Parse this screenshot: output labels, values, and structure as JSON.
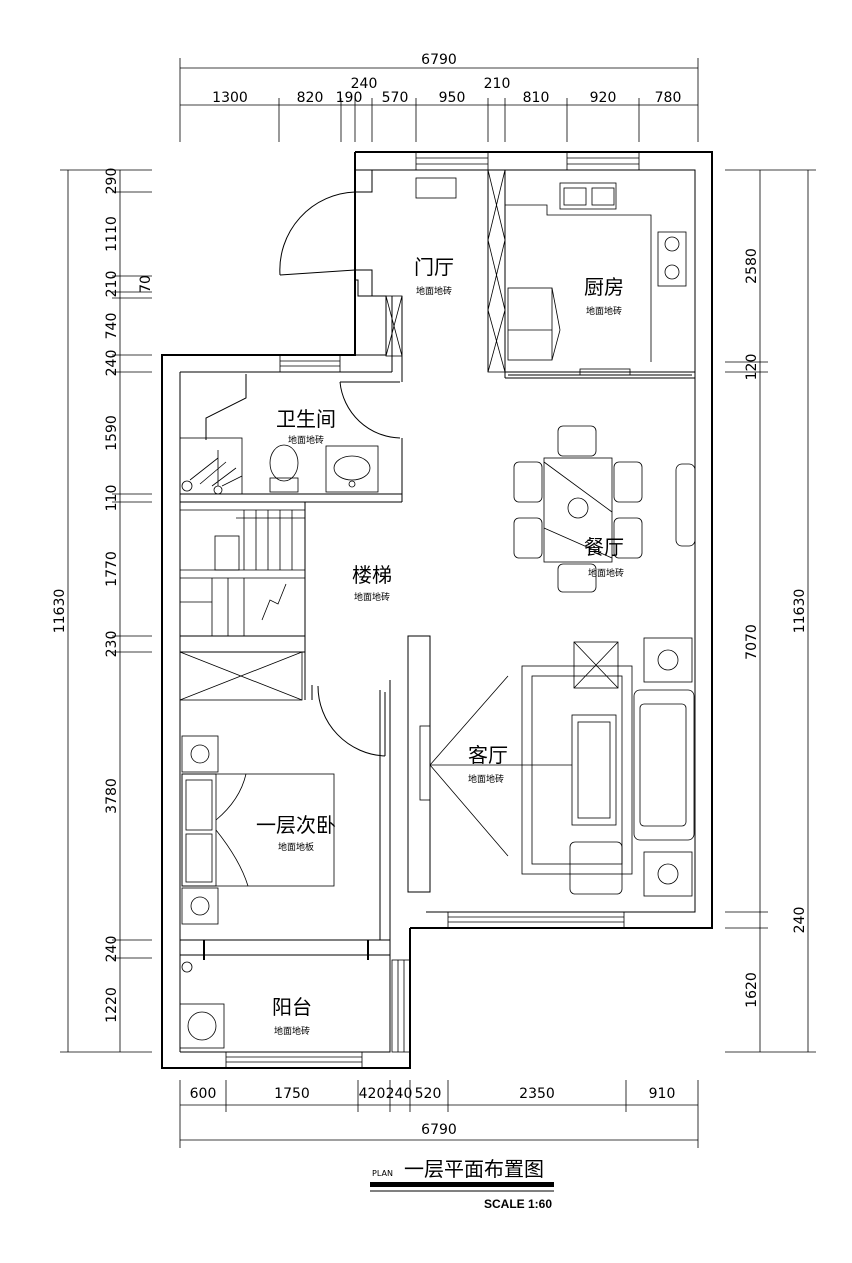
{
  "dimensions": {
    "top_total": "6790",
    "top_segments": [
      "1300",
      "820",
      "190",
      "570",
      "950",
      "810",
      "920",
      "780"
    ],
    "top_upper": [
      "240",
      "210"
    ],
    "bottom_segments": [
      "600",
      "1750",
      "420",
      "240",
      "520",
      "2350",
      "910"
    ],
    "bottom_total": "6790",
    "left_total": "11630",
    "left_segments": [
      "290",
      "1110",
      "210",
      "70",
      "740",
      "240",
      "1590",
      "110",
      "1770",
      "230",
      "3780",
      "240",
      "1220"
    ],
    "right_total": "11630",
    "right_segments": [
      "2580",
      "120",
      "7070",
      "240",
      "1620"
    ]
  },
  "rooms": [
    {
      "name": "门厅",
      "material": "地面地砖"
    },
    {
      "name": "厨房",
      "material": "地面地砖"
    },
    {
      "name": "卫生间",
      "material": "地面地砖"
    },
    {
      "name": "餐厅",
      "material": "地面地砖"
    },
    {
      "name": "楼梯",
      "material": "地面地砖"
    },
    {
      "name": "客厅",
      "material": "地面地砖"
    },
    {
      "name": "一层次卧",
      "material": "地面地板"
    },
    {
      "name": "阳台",
      "material": "地面地砖"
    }
  ],
  "title": {
    "prefix": "PLAN",
    "name": "一层平面布置图",
    "scale": "SCALE 1:60"
  }
}
